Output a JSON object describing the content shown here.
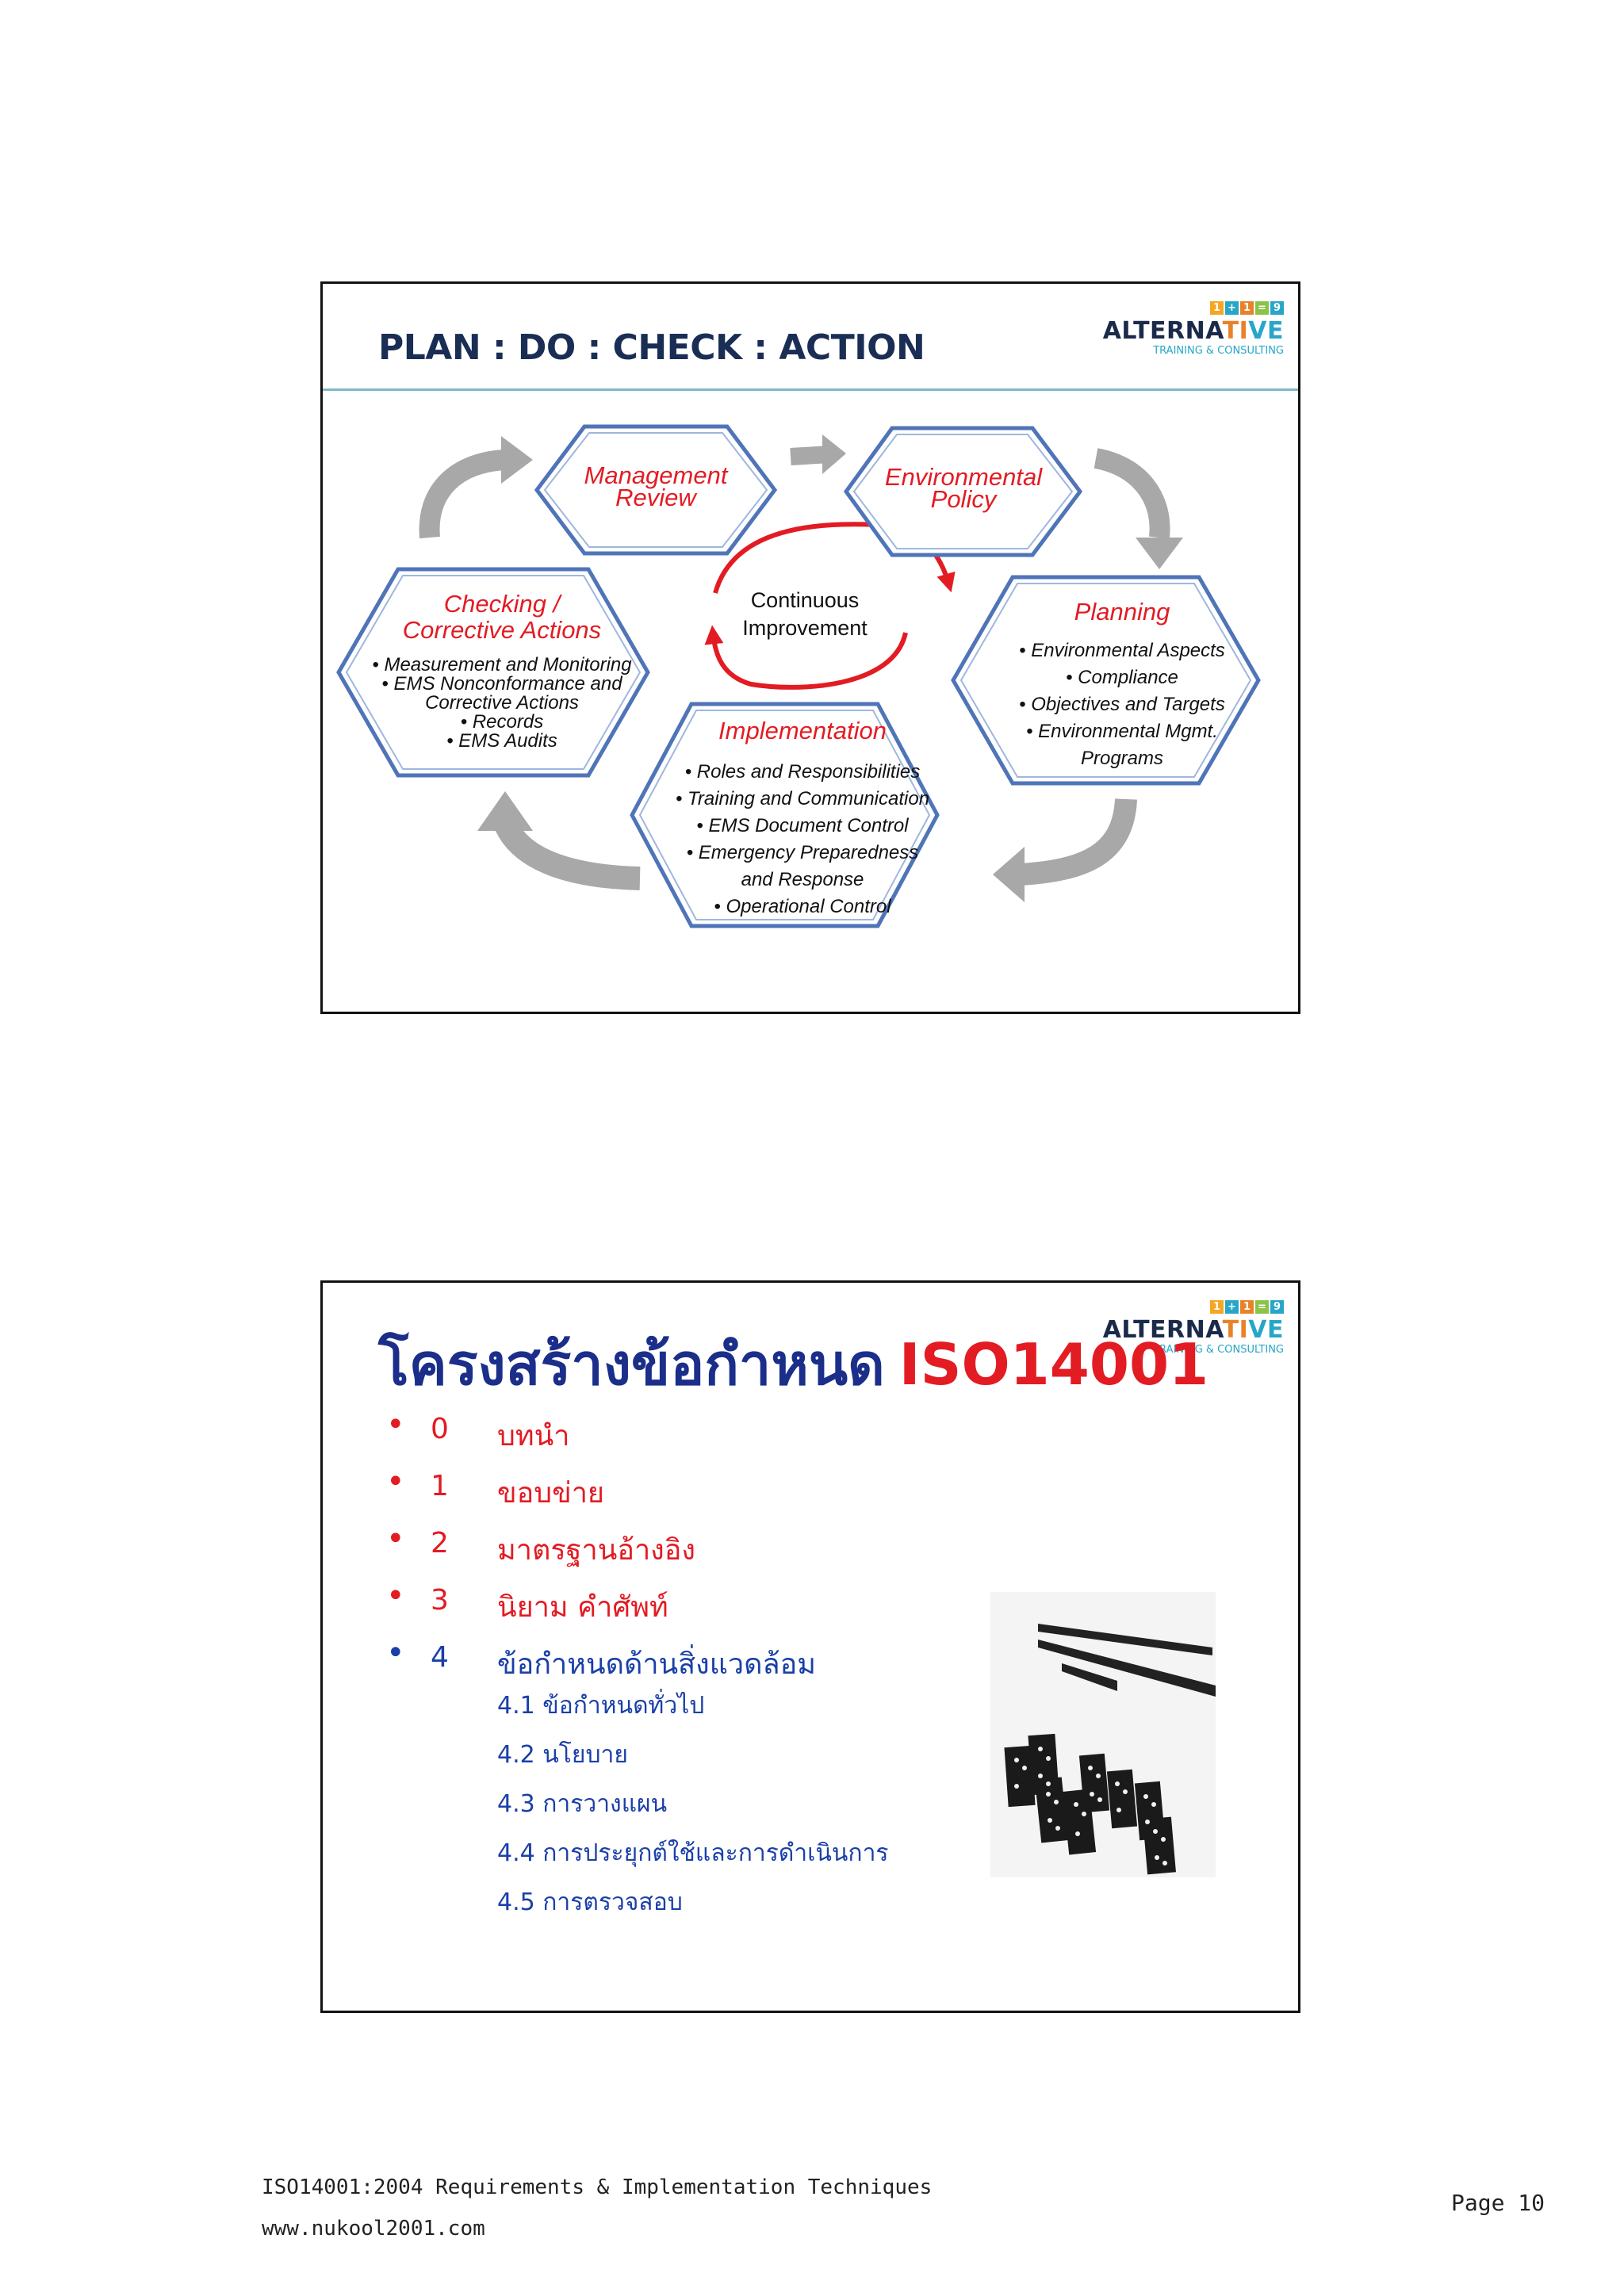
{
  "logo": {
    "tiles": [
      "1",
      "+",
      "1",
      "=",
      "9"
    ],
    "tile_colors": [
      "#f5a623",
      "#27a6c8",
      "#e8822a",
      "#8bc34a",
      "#27a6c8"
    ],
    "word_dark": "ALTERNA",
    "word_orange": "TI",
    "word_blue": "VE",
    "subtitle": "TRAINING & CONSULTING"
  },
  "slide1": {
    "title": "PLAN : DO : CHECK : ACTION",
    "nodes": {
      "management_review": [
        "Management",
        "Review"
      ],
      "environmental_policy": [
        "Environmental",
        "Policy"
      ],
      "planning": {
        "title": "Planning",
        "items": [
          "• Environmental Aspects",
          "• Compliance",
          "• Objectives and Targets",
          "• Environmental Mgmt.",
          "Programs"
        ]
      },
      "implementation": {
        "title": "Implementation",
        "items": [
          "• Roles and Responsibilities",
          "• Training and Communication",
          "• EMS Document Control",
          "• Emergency Preparedness",
          "and Response",
          "• Operational Control"
        ]
      },
      "checking": {
        "title": [
          "Checking /",
          "Corrective Actions"
        ],
        "items": [
          "• Measurement and Monitoring",
          "• EMS Nonconformance and",
          "Corrective Actions",
          "• Records",
          "• EMS Audits"
        ]
      },
      "center": [
        "Continuous",
        "Improvement"
      ]
    },
    "colors": {
      "node_title": "#e31b23",
      "node_border": "#4f74b8",
      "arrow_grey": "#a8a8a8",
      "cycle_red": "#e31b23"
    }
  },
  "slide2": {
    "title_thai": "โครงสร้างข้อกำหนด",
    "title_iso": "ISO14001",
    "items": [
      {
        "num": "0",
        "text": "บทนำ"
      },
      {
        "num": "1",
        "text": "ขอบข่าย"
      },
      {
        "num": "2",
        "text": "มาตรฐานอ้างอิง"
      },
      {
        "num": "3",
        "text": "นิยาม คำศัพท์"
      },
      {
        "num": "4",
        "text": "ข้อกำหนดด้านสิ่งแวดล้อม"
      }
    ],
    "subitems": [
      "4.1 ข้อกำหนดทั่วไป",
      "4.2 นโยบาย",
      "4.3 การวางแผน",
      "4.4 การประยุกต์ใช้และการดำเนินการ",
      "4.5 การตรวจสอบ"
    ]
  },
  "footer": {
    "line1": "ISO14001:2004 Requirements & Implementation Techniques",
    "line2": "www.nukool2001.com",
    "page": "Page 10"
  }
}
